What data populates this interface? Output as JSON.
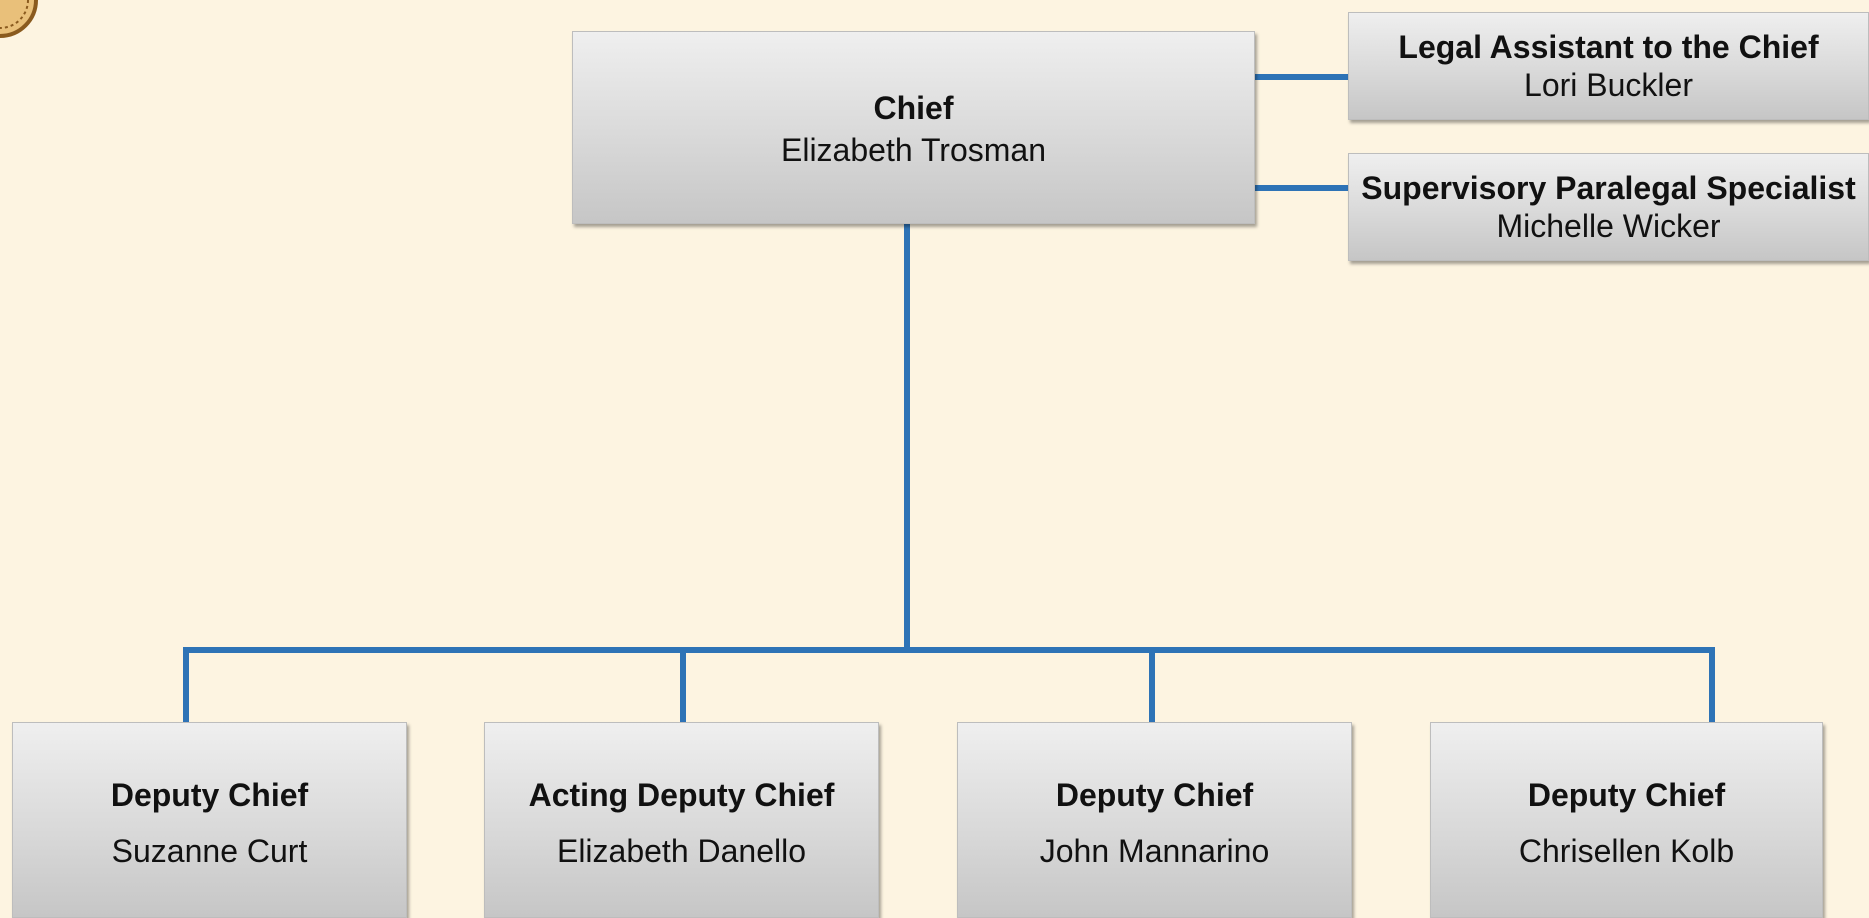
{
  "colors": {
    "background": "#fdf4e1",
    "connector": "#2e73b6",
    "box_fill": "#d9d9d9"
  },
  "chief": {
    "title": "Chief",
    "name": "Elizabeth Trosman"
  },
  "staff": [
    {
      "title": "Legal Assistant to the Chief",
      "name": "Lori Buckler"
    },
    {
      "title": "Supervisory Paralegal Specialist",
      "name": "Michelle Wicker"
    }
  ],
  "deputies": [
    {
      "title": "Deputy Chief",
      "name": "Suzanne Curt"
    },
    {
      "title": "Acting Deputy Chief",
      "name": "Elizabeth Danello"
    },
    {
      "title": "Deputy Chief",
      "name": "John Mannarino"
    },
    {
      "title": "Deputy Chief",
      "name": "Chrisellen Kolb"
    }
  ]
}
